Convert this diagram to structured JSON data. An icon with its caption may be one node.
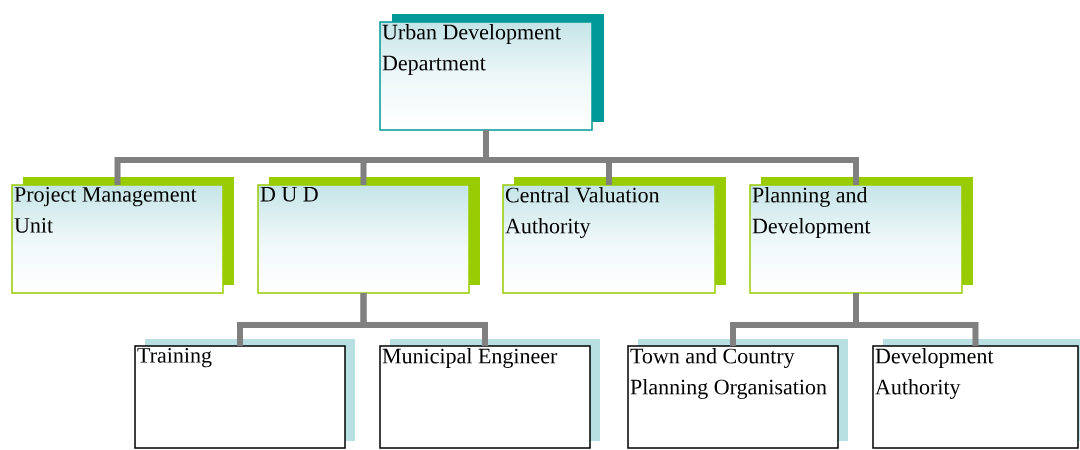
{
  "diagram": {
    "nodes": [
      {
        "text": [
          "Urban Development Department"
        ]
      },
      {
        "text": [
          "Project Management Unit"
        ]
      },
      {
        "text": [
          "D U D"
        ]
      },
      {
        "text": [
          "Central Valuation Authority"
        ]
      },
      {
        "text": [
          "Planning and Development"
        ]
      },
      {
        "text": [
          "Training"
        ]
      },
      {
        "text": [
          "Municipal Engineer"
        ]
      },
      {
        "text": [
          "Town and Country Planning Organisation"
        ]
      },
      {
        "text": [
          "Development Authority"
        ]
      }
    ],
    "edges": [
      {
        "from": 0,
        "to": 1,
        "arrow": "none"
      },
      {
        "from": 0,
        "to": 2,
        "arrow": "none"
      },
      {
        "from": 0,
        "to": 3,
        "arrow": "none"
      },
      {
        "from": 0,
        "to": 4,
        "arrow": "none"
      },
      {
        "from": 2,
        "to": 5,
        "arrow": "none"
      },
      {
        "from": 2,
        "to": 6,
        "arrow": "none"
      },
      {
        "from": 4,
        "to": 7,
        "arrow": "none"
      },
      {
        "from": 4,
        "to": 8,
        "arrow": "none"
      }
    ]
  }
}
